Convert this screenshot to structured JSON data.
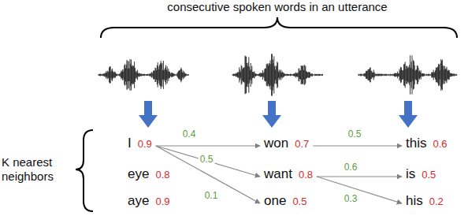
{
  "diagram": {
    "nodes": [
      {
        "text": [
          "I",
          "0.9"
        ]
      },
      {
        "text": [
          "eye",
          "0.8"
        ]
      },
      {
        "text": [
          "aye",
          "0.9"
        ]
      },
      {
        "text": [
          "won",
          "0.7"
        ]
      },
      {
        "text": [
          "want",
          "0.8"
        ]
      },
      {
        "text": [
          "one",
          "0.5"
        ]
      },
      {
        "text": [
          "this",
          "0.6"
        ]
      },
      {
        "text": [
          "is",
          "0.5"
        ]
      },
      {
        "text": [
          "his",
          "0.2"
        ]
      }
    ],
    "edges": [
      {
        "from": 0,
        "to": 3,
        "label": "0.4",
        "arrow": "to"
      },
      {
        "from": 0,
        "to": 4,
        "label": "0.5",
        "arrow": "to"
      },
      {
        "from": 0,
        "to": 5,
        "label": "0.1",
        "arrow": "to"
      },
      {
        "from": 3,
        "to": 6,
        "label": "0.5",
        "arrow": "to"
      },
      {
        "from": 4,
        "to": 7,
        "label": "0.6",
        "arrow": "to"
      },
      {
        "from": 4,
        "to": 8,
        "label": "0.3",
        "arrow": "to"
      }
    ],
    "labels": [
      "consecutive spoken words in an utterance",
      "K nearest neighbors"
    ]
  }
}
